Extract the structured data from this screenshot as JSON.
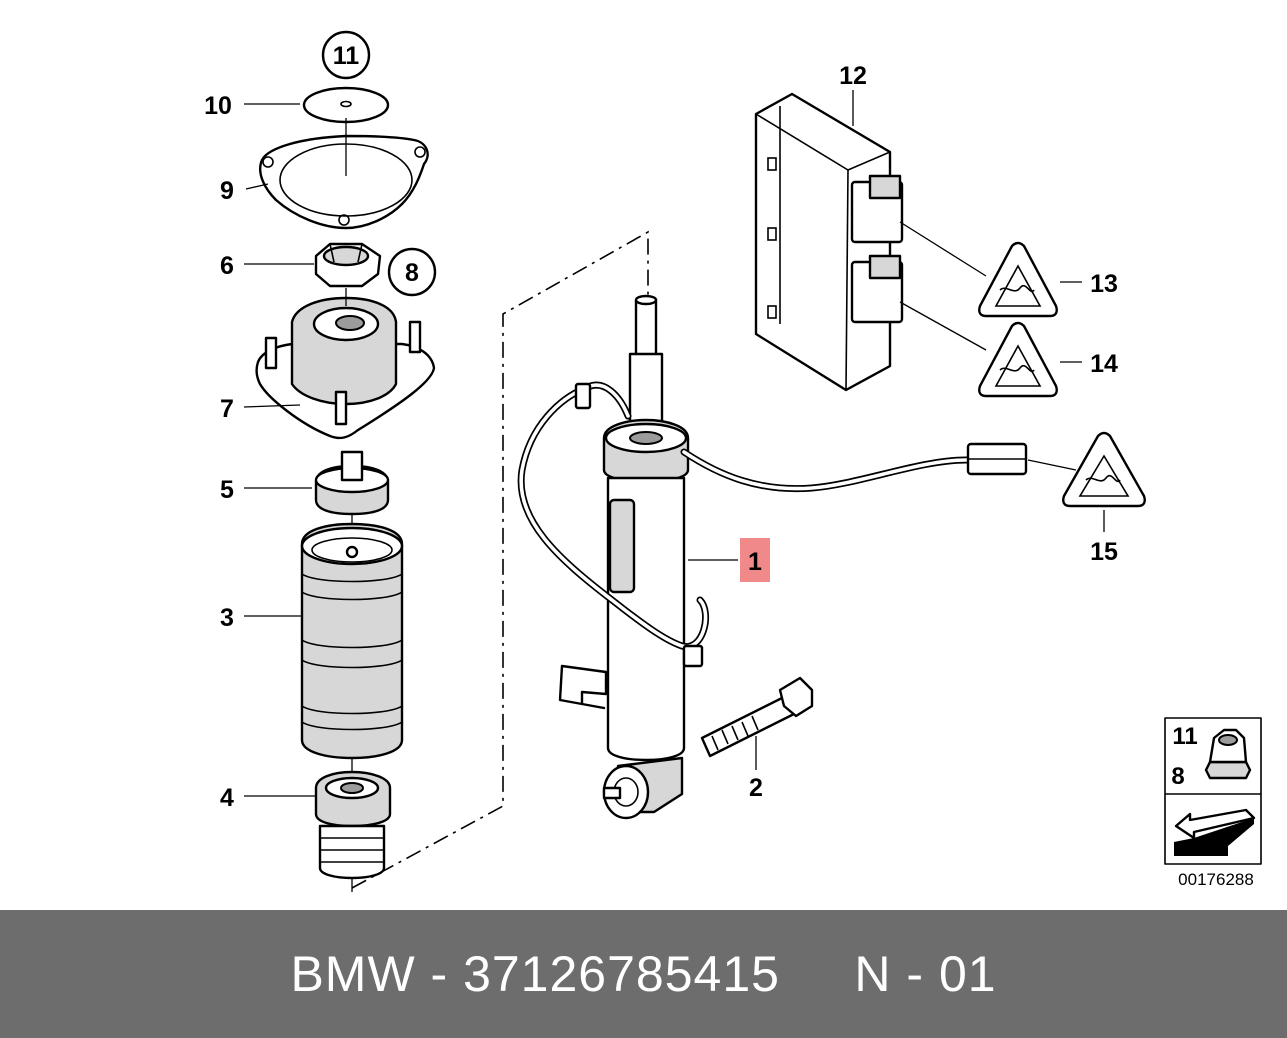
{
  "labels": {
    "p1": "1",
    "p2": "2",
    "p3": "3",
    "p4": "4",
    "p5": "5",
    "p6": "6",
    "p7": "7",
    "p8": "8",
    "p9": "9",
    "p10": "10",
    "p11": "11",
    "p12": "12",
    "p13": "13",
    "p14": "14",
    "p15": "15"
  },
  "legend_box": {
    "top": "11",
    "bottom": "8"
  },
  "diagram_ref": "00176288",
  "footer": {
    "text": "BMW - 37126785415     N - 01"
  },
  "colors": {
    "highlight": "#f08a8a",
    "footer_bg": "#6d6d6d",
    "footer_text": "#ffffff"
  }
}
